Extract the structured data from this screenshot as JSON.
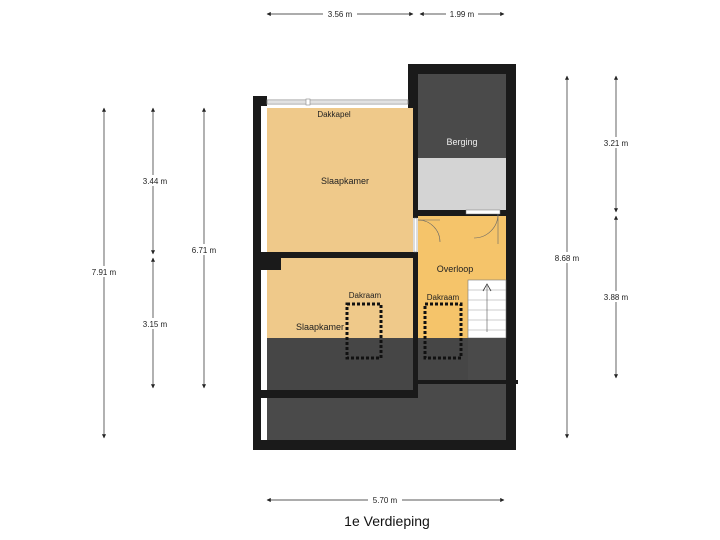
{
  "floor_title": "1e Verdieping",
  "dimensions": {
    "top_left": "3.56 m",
    "top_right": "1.99 m",
    "bottom": "5.70 m",
    "left_outer": "7.91 m",
    "left_upper": "3.44 m",
    "left_lower": "3.15 m",
    "left_mid": "6.71 m",
    "right_total": "8.68 m",
    "right_upper": "3.21 m",
    "right_lower": "3.88 m"
  },
  "rooms": {
    "dakkapel": "Dakkapel",
    "slaapkamer_1": "Slaapkamer",
    "slaapkamer_2": "Slaapkamer",
    "berging": "Berging",
    "overloop": "Overloop",
    "dakraam_1": "Dakraam",
    "dakraam_2": "Dakraam"
  },
  "colors": {
    "wall": "#1a1a1a",
    "room_fill": "#efc98a",
    "overloop_fill": "#f5c46a",
    "dark_zone": "#4a4a4a",
    "berging_light": "#d4d4d4"
  }
}
